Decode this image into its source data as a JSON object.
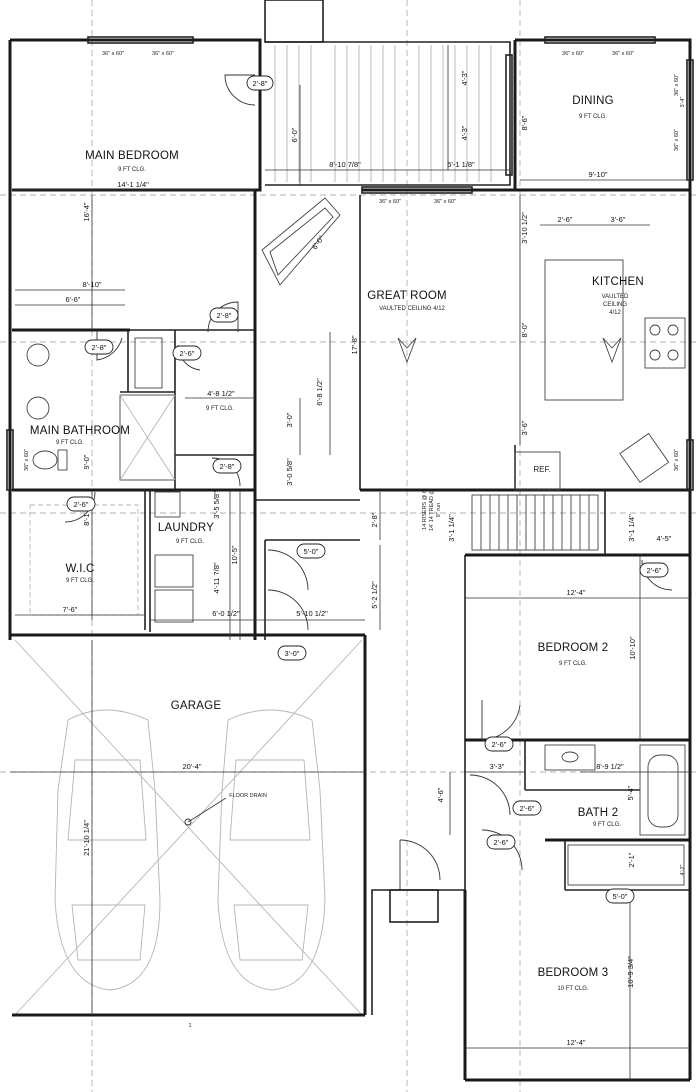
{
  "rooms": {
    "main_bedroom": {
      "name": "MAIN BEDROOM",
      "ceiling": "9 FT CLG."
    },
    "dining": {
      "name": "DINING",
      "ceiling": "9 FT CLG."
    },
    "great_room": {
      "name": "GREAT ROOM",
      "ceiling": "VAULTED CEILING 4/12"
    },
    "kitchen": {
      "name": "KITCHEN",
      "ceiling_1": "VAULTED",
      "ceiling_2": "CEILING",
      "ceiling_3": "4/12"
    },
    "main_bathroom": {
      "name": "MAIN BATHROOM",
      "ceiling": "9 FT CLG."
    },
    "laundry": {
      "name": "LAUNDRY",
      "ceiling": "9 FT CLG."
    },
    "wic": {
      "name": "W.I.C",
      "ceiling": "9 FT CLG."
    },
    "bedroom2": {
      "name": "BEDROOM 2",
      "ceiling": "9 FT CLG."
    },
    "bath2": {
      "name": "BATH 2",
      "ceiling": "9 FT CLG."
    },
    "bedroom3": {
      "name": "BEDROOM 3",
      "ceiling": "10 FT CLG."
    },
    "garage": {
      "name": "GARAGE"
    },
    "hall_below_laundry": {
      "ceiling": "9 FT CLG."
    }
  },
  "labels": {
    "ref": "REF.",
    "floor_drain": "FLOOR DRAIN",
    "stair_note_1": "14 RISERS @ 8",
    "stair_note_2": "14' 14 TREAD @",
    "stair_note_3": "9\" run",
    "page_mark": "1"
  },
  "windows": {
    "w36x60": "36\" x 60\""
  },
  "dimensions": {
    "d_14_1_14": "14'-1 1/4\"",
    "d_16_4": "16'-4\"",
    "d_8_10": "8'-10\"",
    "d_6_6": "6'-6\"",
    "d_6_0_porch": "6'-0\"",
    "d_8_10_78": "8'-10 7/8\"",
    "d_5_1_18": "5'-1 1/8\"",
    "d_4_3a": "4'-3\"",
    "d_4_3b": "4'-3\"",
    "d_8_6": "8'-6\"",
    "d_9_10": "9'-10\"",
    "d_6_0_tub": "6'-0\"",
    "d_3_10_12": "3'-10 1/2\"",
    "d_2_6_k": "2'-6\"",
    "d_3_6_k": "3'-6\"",
    "d_8_0": "8'-0\"",
    "d_3_6_lower": "3'-6\"",
    "d_17_8": "17'-8\"",
    "d_6_8_12": "6'-8 1/2\"",
    "d_4_8_12": "4'-8 1/2\"",
    "d_3_0": "3'-0\"",
    "d_3_0_58": "3'-0 5/8\"",
    "d_9_0": "9'-0\"",
    "d_8_1_12": "8'-1 1/2\"",
    "d_7_6": "7'-6\"",
    "d_3_5_58": "3'-5 5/8\"",
    "d_10_5": "10'-5\"",
    "d_4_11_78": "4'-11 7/8\"",
    "d_6_0_12": "6'-0 1/2\"",
    "d_5_10_12": "5'-10 1/2\"",
    "d_2_8_v": "2'-8\"",
    "d_5_2_12": "5'-2 1/2\"",
    "d_3_1_14a": "3'-1 1/4\"",
    "d_3_1_14b": "3'-1 1/4\"",
    "d_4_5": "4'-5\"",
    "d_12_4a": "12'-4\"",
    "d_10_10": "10'-10\"",
    "d_20_4": "20'-4\"",
    "d_21_10_14": "21'-10 1/4\"",
    "d_3_3": "3'-3\"",
    "d_8_9_12": "8'-9 1/2\"",
    "d_5_4": "5'-4\"",
    "d_4_6": "4'-6\"",
    "d_2_1": "2'-1\"",
    "d_10_9_34": "10'-9 3/4\"",
    "d_12_4b": "12'-4\"",
    "d_3_4": "3'-4\"",
    "d_4_2": "4'-2\""
  },
  "door_tags": {
    "t_2_8_porch": "2'-8\"",
    "t_2_8_hall": "2'-8\"",
    "t_2_8_bath": "2'-8\"",
    "t_2_6_closet": "2'-6\"",
    "t_2_8_laundry": "2'-8\"",
    "t_2_6_wic": "2'-6\"",
    "t_5_0_stair": "5'-0\"",
    "t_3_0_garage": "3'-0\"",
    "t_2_6_bed2": "2'-6\"",
    "t_2_6_bed2b": "2'-6\"",
    "t_2_6_bath2": "2'-6\"",
    "t_2_6_bed3": "2'-6\"",
    "t_5_0_bed3": "5'-0\""
  }
}
